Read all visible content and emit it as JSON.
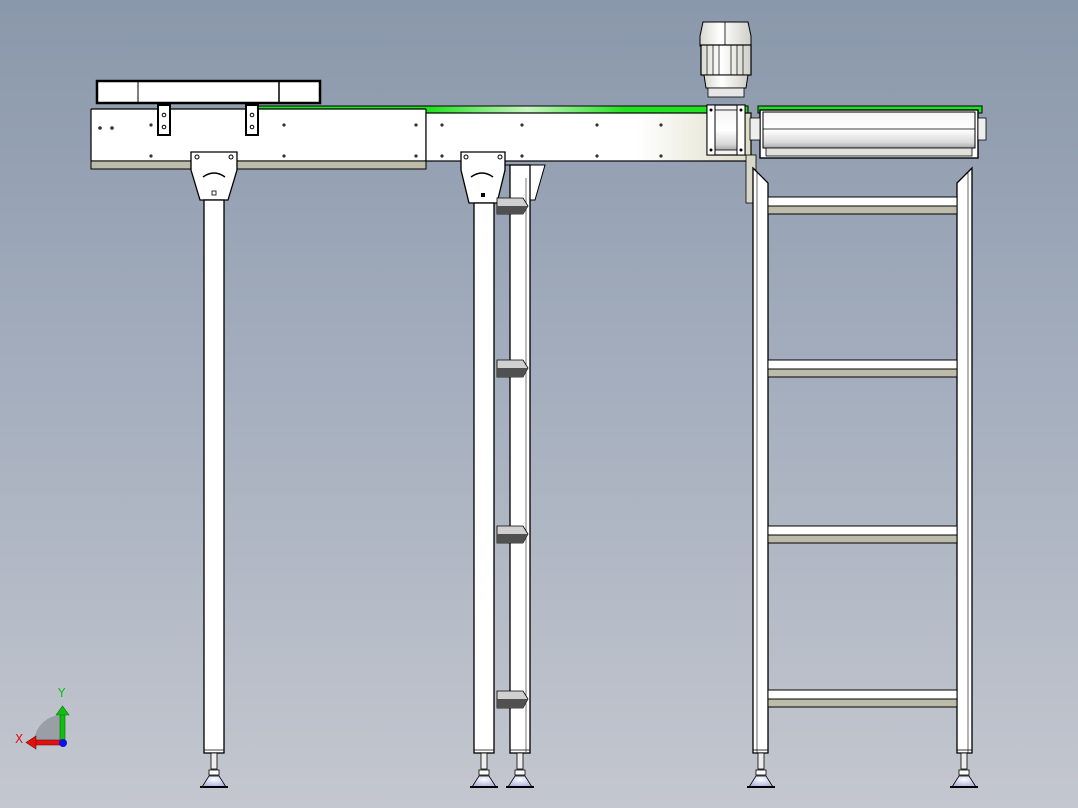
{
  "viewport": {
    "background_top": "#8a98ab",
    "background_bottom": "#c4c7cf",
    "view": "Front"
  },
  "model": {
    "subject": "belt-conveyor-assembly",
    "colors": {
      "outline": "#000000",
      "part_fill": "#ffffff",
      "shadow_fill": "#bdbcaa",
      "belt": "#22e022",
      "belt_highlight": "#c8f5c0",
      "gear_grey": "#4a4a4a"
    },
    "components": [
      {
        "name": "product-box",
        "count": 1
      },
      {
        "name": "conveyor-frame-section",
        "count": 2
      },
      {
        "name": "belt",
        "count": 1
      },
      {
        "name": "motor",
        "count": 1
      },
      {
        "name": "gearbox",
        "count": 1
      },
      {
        "name": "drive-roller",
        "count": 1
      },
      {
        "name": "leg-bracket",
        "count": 2
      },
      {
        "name": "support-leg",
        "count": 4
      },
      {
        "name": "ladder-frame-crossbar",
        "count": 4
      },
      {
        "name": "side-rail-step",
        "count": 4
      },
      {
        "name": "leveling-foot",
        "count": 6
      }
    ]
  },
  "triad": {
    "x_label": "X",
    "y_label": "Y",
    "x_color": "#e01010",
    "y_color": "#10c010",
    "z_color": "#1010e0"
  }
}
